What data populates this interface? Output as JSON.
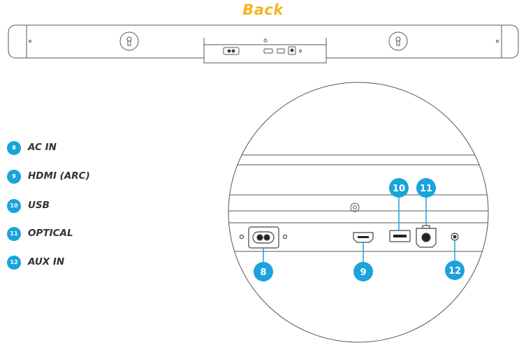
{
  "title": "Back",
  "legend": [
    {
      "number": "8",
      "label": "AC IN"
    },
    {
      "number": "9",
      "label": "HDMI (ARC)"
    },
    {
      "number": "10",
      "label": "USB"
    },
    {
      "number": "11",
      "label": "OPTICAL"
    },
    {
      "number": "12",
      "label": "AUX IN"
    }
  ],
  "callouts": {
    "ac_in": "8",
    "hdmi_arc": "9",
    "usb": "10",
    "optical": "11",
    "aux_in": "12"
  },
  "colors": {
    "title": "#f5b51f",
    "badge": "#1aa3dc",
    "outline": "#555555"
  },
  "icons": [
    "soundbar-back-view",
    "keyhole-mount-icon",
    "ac-power-port-icon",
    "hdmi-port-icon",
    "usb-port-icon",
    "optical-port-icon",
    "aux-jack-icon"
  ]
}
